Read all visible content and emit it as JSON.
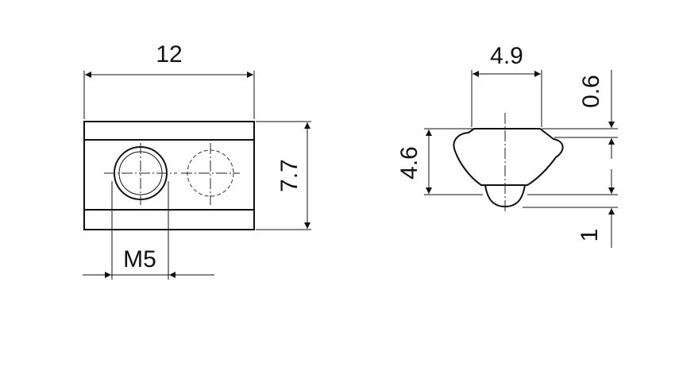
{
  "dimensions": {
    "width_front": "12",
    "height_front": "7.7",
    "thread": "M5",
    "width_top": "4.9",
    "height_profile": "4.6",
    "lip": "0.6",
    "ball": "1"
  },
  "colors": {
    "stroke": "#111111",
    "background": "#ffffff"
  }
}
